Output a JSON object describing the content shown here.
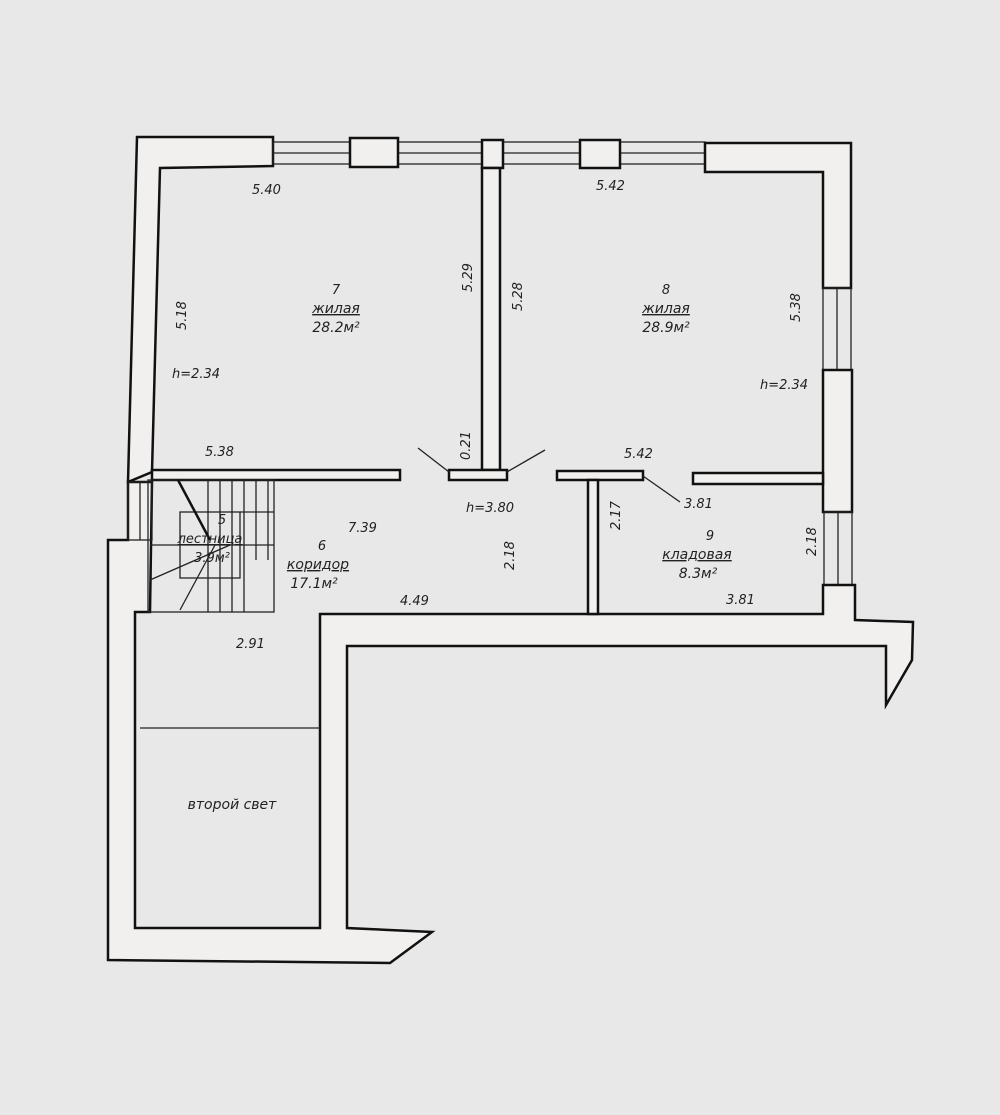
{
  "rooms": [
    {
      "number": "7",
      "name": "жилая",
      "area": "28.2м²"
    },
    {
      "number": "8",
      "name": "жилая",
      "area": "28.9м²"
    },
    {
      "number": "5",
      "name": "лестница",
      "area": "3.9м²"
    },
    {
      "number": "6",
      "name": "коридор",
      "area": "17.1м²"
    },
    {
      "number": "9",
      "name": "кладовая",
      "area": "8.3м²"
    }
  ],
  "second_light": "второй свет",
  "dimensions": {
    "r7_top": "5.40",
    "r7_side": "5.18",
    "r7_height": "h=2.34",
    "r7_bottom": "5.38",
    "r7_inner": "5.29",
    "r8_top": "5.42",
    "r8_inner": "5.28",
    "r8_side": "5.38",
    "r8_height": "h=2.34",
    "r8_bottom": "5.42",
    "wall_gap": "0.21",
    "corridor_height": "h=3.80",
    "corridor_len": "7.39",
    "corridor_width": "2.18",
    "corridor_bottom": "4.49",
    "r9_top": "3.81",
    "r9_left": "2.17",
    "r9_right": "2.18",
    "r9_bottom": "3.81",
    "lower_left": "2.91"
  }
}
